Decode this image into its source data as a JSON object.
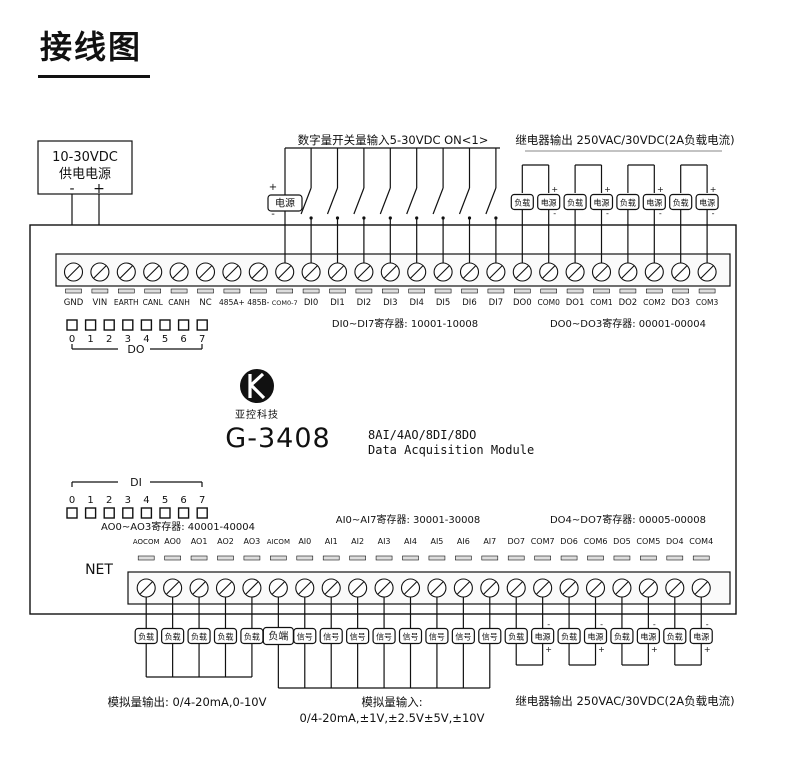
{
  "page_title": "接线图",
  "power_box": {
    "line1": "10-30VDC",
    "line2": "供电电源",
    "minus": "-",
    "plus": "+"
  },
  "top": {
    "di_title": "数字量开关量输入5-30VDC   ON<1>",
    "relay_title": "继电器输出 250VAC/30VDC(2A负载电流)",
    "power_label": "电源",
    "plus": "+",
    "minus": "-",
    "load_label": "负载",
    "supply_label": "电源"
  },
  "top_terminals": [
    "GND",
    "VIN",
    "EARTH",
    "CANL",
    "CANH",
    "NC",
    "485A+",
    "485B-",
    "COM0-7",
    "DI0",
    "DI1",
    "DI2",
    "DI3",
    "DI4",
    "DI5",
    "DI6",
    "DI7",
    "DO0",
    "COM0",
    "DO1",
    "COM1",
    "DO2",
    "COM2",
    "DO3",
    "COM3"
  ],
  "di_register": "DI0~DI7寄存器: 10001-10008",
  "do_register_top": "DO0~DO3寄存器: 00001-00004",
  "dip_top": {
    "numbers": [
      "0",
      "1",
      "2",
      "3",
      "4",
      "5",
      "6",
      "7"
    ],
    "label": "DO"
  },
  "dip_bottom": {
    "numbers": [
      "0",
      "1",
      "2",
      "3",
      "4",
      "5",
      "6",
      "7"
    ],
    "label": "DI"
  },
  "logo": {
    "company": "亚控科技"
  },
  "model": {
    "name": "G-3408",
    "spec": "8AI/4AO/8DI/8DO",
    "desc": "Data Acquisition Module"
  },
  "ao_register": "AO0~AO3寄存器: 40001-40004",
  "ai_register": "AI0~AI7寄存器: 30001-30008",
  "do_register_bottom": "DO4~DO7寄存器: 00005-00008",
  "bottom_terminals": [
    "AOCOM",
    "AO0",
    "AO1",
    "AO2",
    "AO3",
    "AICOM",
    "AI0",
    "AI1",
    "AI2",
    "AI3",
    "AI4",
    "AI5",
    "AI6",
    "AI7",
    "DO7",
    "COM7",
    "DO6",
    "COM6",
    "DO5",
    "COM5",
    "DO4",
    "COM4"
  ],
  "net_label": "NET",
  "bottom": {
    "load": "负载",
    "load_end": "负端",
    "signal": "信号",
    "supply": "电源",
    "ao_caption": "模拟量输出: 0/4-20mA,0-10V",
    "ai_caption1": "模拟量输入:",
    "ai_caption2": "0/4-20mA,±1V,±2.5V±5V,±10V",
    "relay_caption": "继电器输出 250VAC/30VDC(2A负载电流)",
    "plus": "+",
    "minus": "-"
  }
}
